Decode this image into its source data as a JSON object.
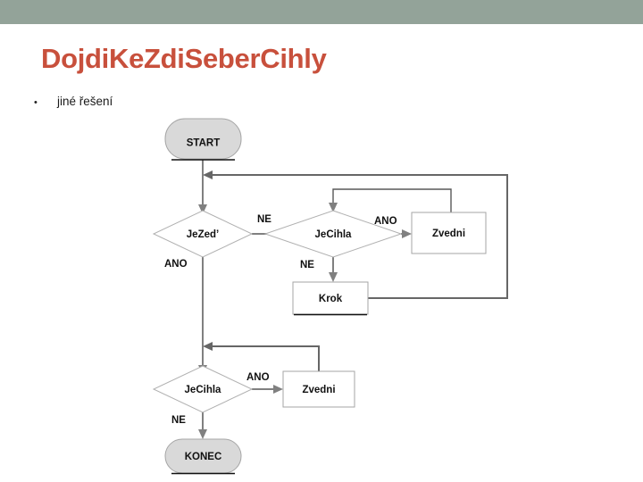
{
  "slide": {
    "title": "DojdiKeZdiSeberCihly",
    "title_color": "#c8503c",
    "header_bar_color": "#93a399",
    "background_color": "#ffffff",
    "bullet": {
      "marker": "•",
      "text": "jiné řešení"
    }
  },
  "flowchart": {
    "nodes": {
      "start": {
        "label": "START",
        "type": "terminator"
      },
      "decision_zed": {
        "label": "JeZed’",
        "type": "decision"
      },
      "decision_cihla_top": {
        "label": "JeCihla",
        "type": "decision"
      },
      "zvedni_top": {
        "label": "Zvedni",
        "type": "process"
      },
      "krok": {
        "label": "Krok",
        "type": "process"
      },
      "decision_cihla_bottom": {
        "label": "JeCihla",
        "type": "decision"
      },
      "zvedni_bottom": {
        "label": "Zvedni",
        "type": "process"
      },
      "konec": {
        "label": "KONEC",
        "type": "terminator"
      }
    },
    "edge_labels": {
      "zed_ne": "NE",
      "zed_ano": "ANO",
      "cihla_top_ano": "ANO",
      "cihla_top_ne": "NE",
      "cihla_bottom_ano": "ANO",
      "cihla_bottom_ne": "NE"
    }
  }
}
